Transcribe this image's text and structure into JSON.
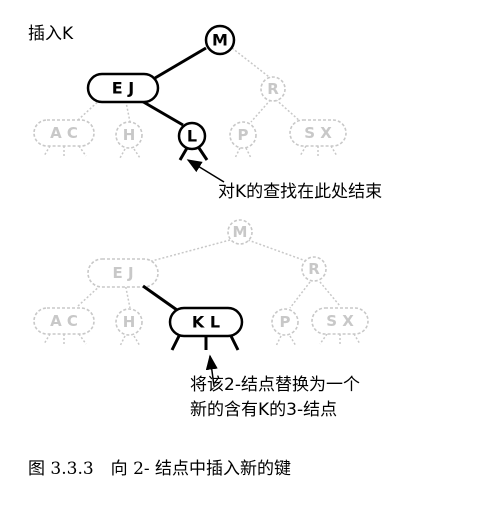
{
  "top": {
    "title": "插入K",
    "nodes": {
      "m": "M",
      "ej": "E J",
      "r": "R",
      "ac": "A C",
      "h": "H",
      "l": "L",
      "p": "P",
      "sx": "S X"
    },
    "annotation": "对K的查找在此处结束"
  },
  "bottom": {
    "nodes": {
      "m": "M",
      "ej": "E J",
      "r": "R",
      "ac": "A C",
      "h": "H",
      "kl": "K L",
      "p": "P",
      "sx": "S X"
    },
    "annotation_line1": "将该2-结点替换为一个",
    "annotation_line2": "新的含有K的3-结点"
  },
  "caption": "图 3.3.3　向 2- 结点中插入新的键"
}
